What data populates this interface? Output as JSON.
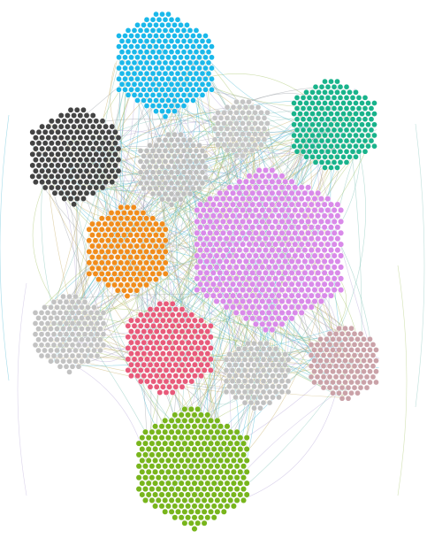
{
  "graph": {
    "type": "clustered-network",
    "background": "#ffffff",
    "clusters": [
      {
        "id": "cyan",
        "color": "#1ab8ea"
      },
      {
        "id": "teal",
        "color": "#19b38b"
      },
      {
        "id": "black",
        "color": "#444444"
      },
      {
        "id": "light-gray",
        "color": "#c4c4c4"
      },
      {
        "id": "gray-mid",
        "color": "#bdbdbd"
      },
      {
        "id": "orange",
        "color": "#f18c1b"
      },
      {
        "id": "violet",
        "color": "#d98ae9"
      },
      {
        "id": "gray-left",
        "color": "#c2c2c2"
      },
      {
        "id": "pink-red",
        "color": "#e85a7a"
      },
      {
        "id": "gray-center",
        "color": "#c0c0c0"
      },
      {
        "id": "rose",
        "color": "#caa2a8"
      },
      {
        "id": "green",
        "color": "#78b51c"
      }
    ],
    "edge_colors": [
      "#49b8d4",
      "#7fc2b7",
      "#b8a9d8",
      "#a7c56a",
      "#c8b06a",
      "#9aa0a6"
    ]
  }
}
